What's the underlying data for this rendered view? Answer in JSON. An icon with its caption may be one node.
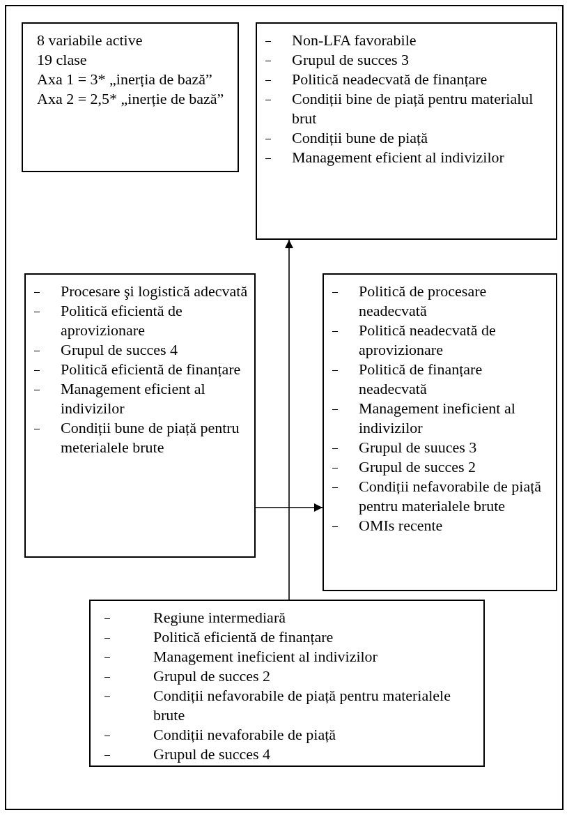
{
  "diagram": {
    "nodes": [
      {
        "text": [
          "8 variabile active",
          "19 clase",
          "Axa 1 = 3* „inerția de bază”",
          "Axa 2 = 2,5* „inerție de bază”"
        ]
      },
      {
        "text": [
          "Non-LFA favorabile",
          "Grupul de succes 3",
          "Politică neadecvată de finanțare",
          "Condiții bine de piață pentru materialul brut",
          "Condiții bune de piață",
          "Management eficient al indivizilor"
        ]
      },
      {
        "text": [
          "Procesare şi logistică adecvată",
          "Politică eficientă de aprovizionare",
          "Grupul de succes 4",
          "Politică eficientă de finanțare",
          "Management eficient al indivizilor",
          "Condiții bune de piață pentru meterialele brute"
        ]
      },
      {
        "text": [
          "Politică de procesare neadecvată",
          "Politică neadecvată de aprovizionare",
          "Politică de finanțare neadecvată",
          "Management ineficient al indivizilor",
          "Grupul de suuces 3",
          "Grupul de succes 2",
          "Condiții nefavorabile de piață pentru materialele brute",
          "OMIs recente"
        ]
      },
      {
        "text": [
          "Regiune intermediară",
          "Politică eficientă de finanțare",
          "Management ineficient al indivizilor",
          "Grupul de succes 2",
          "Condiții nefavorabile de piață pentru materialele brute",
          "Condiții nevaforabile de piață",
          "Grupul de succes 4"
        ]
      }
    ],
    "edges": [
      {
        "from": 4,
        "to": 1,
        "arrow": "to"
      },
      {
        "from": 2,
        "to": 3,
        "arrow": "to"
      }
    ]
  }
}
